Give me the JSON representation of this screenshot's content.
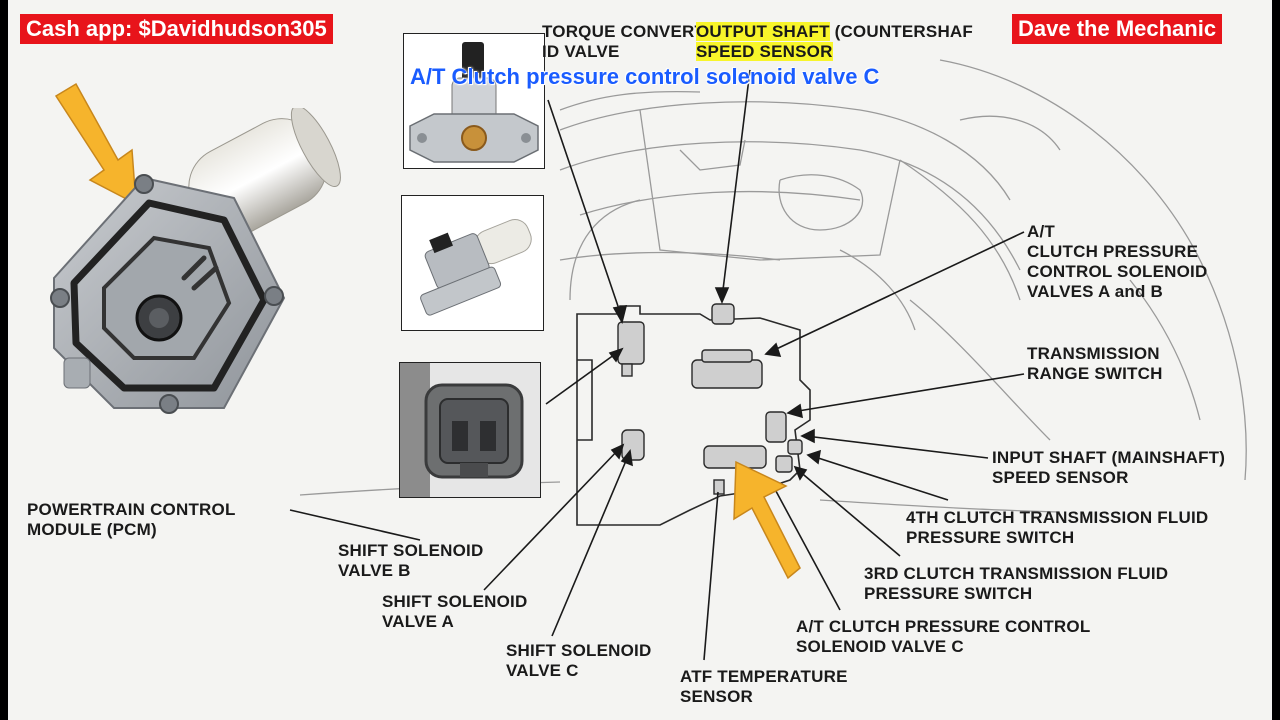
{
  "overlays": {
    "cash_app": "Cash app: $Davidhudson305",
    "channel": "Dave the Mechanic",
    "title": "A/T Clutch pressure control solenoid valve C"
  },
  "labels": {
    "torque_converter_line1": "TORQUE CONVERTER",
    "torque_converter_line2": "ID VALVE",
    "output_shaft_line1": "OUTPUT SHAFT",
    "output_shaft_line1b": " (COUNTERSHAF",
    "output_shaft_line2": "SPEED SENSOR",
    "at_cpcs_ab_line1": "A/T",
    "at_cpcs_ab_line2": "CLUTCH PRESSURE",
    "at_cpcs_ab_line3": "CONTROL SOLENOID",
    "at_cpcs_ab_line4": "VALVES A and B",
    "trs_line1": "TRANSMISSION",
    "trs_line2": "RANGE SWITCH",
    "input_shaft_line1": "INPUT SHAFT (MAINSHAFT)",
    "input_shaft_line2": "SPEED SENSOR",
    "fourth_clutch_line1": "4TH CLUTCH TRANSMISSION FLUID",
    "fourth_clutch_line2": "PRESSURE SWITCH",
    "third_clutch_line1": "3RD CLUTCH TRANSMISSION FLUID",
    "third_clutch_line2": "PRESSURE SWITCH",
    "at_cpcs_c_line1": "A/T CLUTCH PRESSURE CONTROL",
    "at_cpcs_c_line2": "SOLENOID VALVE C",
    "atf_temp_line1": "ATF TEMPERATURE",
    "atf_temp_line2": "SENSOR",
    "ssv_c_line1": "SHIFT SOLENOID",
    "ssv_c_line2": "VALVE C",
    "ssv_a_line1": "SHIFT SOLENOID",
    "ssv_a_line2": "VALVE A",
    "ssv_b_line1": "SHIFT SOLENOID",
    "ssv_b_line2": "VALVE B",
    "pcm_line1": "POWERTRAIN CONTROL",
    "pcm_line2": "MODULE (PCM)"
  },
  "colors": {
    "overlay_red": "#e8141b",
    "overlay_blue": "#1a5cff",
    "highlight_yellow": "#f8f52a",
    "arrow_yellow": "#f6b42c",
    "paper": "#f4f4f2",
    "ink": "#1a1a1a"
  }
}
